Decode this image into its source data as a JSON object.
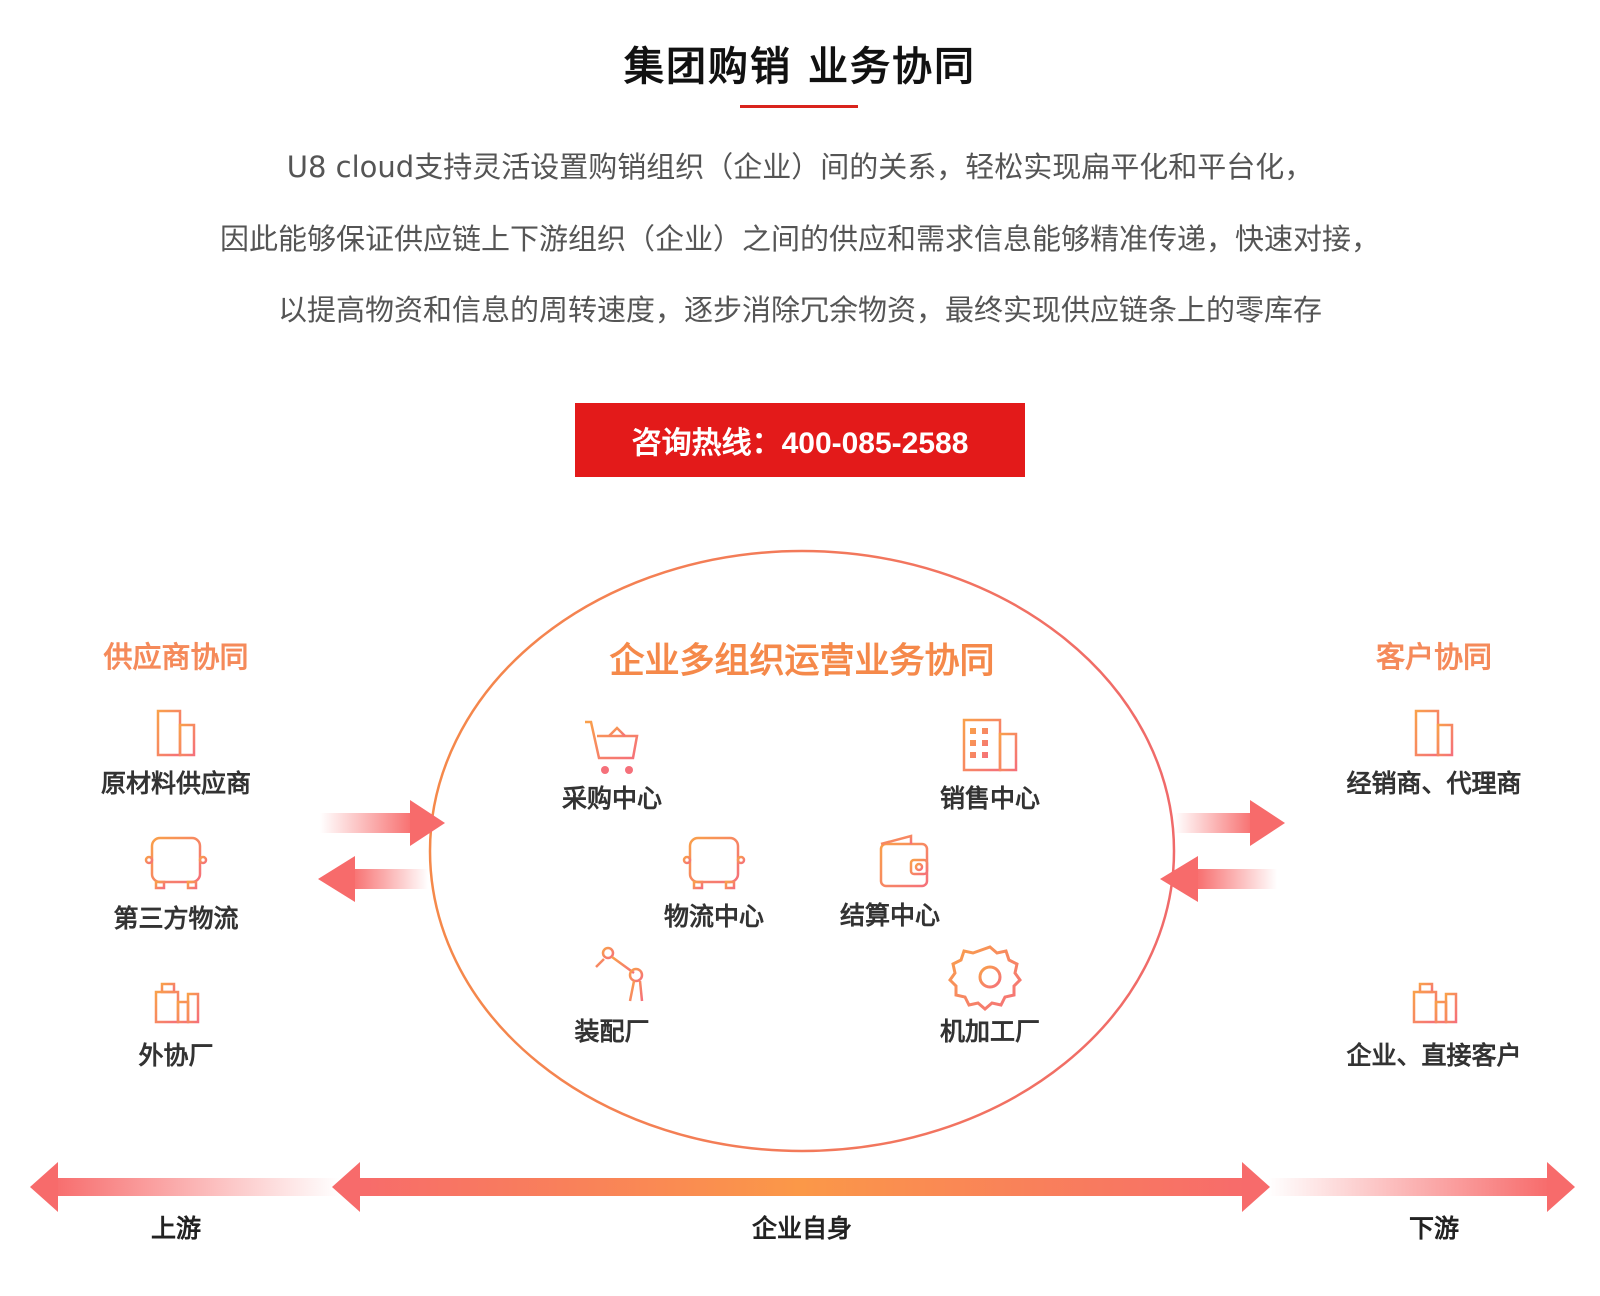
{
  "header": {
    "title": "集团购销 业务协同"
  },
  "intro": {
    "lines": [
      "U8 cloud支持灵活设置购销组织（企业）间的关系，轻松实现扁平化和平台化，",
      "因此能够保证供应链上下游组织（企业）之间的供应和需求信息能够精准传递，快速对接，",
      "以提高物资和信息的周转速度，逐步消除冗余物资，最终实现供应链条上的零库存"
    ]
  },
  "hotline": {
    "label": "咨询热线：400-085-2588"
  },
  "diagram": {
    "supplier": {
      "title": "供应商协同",
      "items": [
        {
          "label": "原材料供应商",
          "icon": "office-building-icon"
        },
        {
          "label": "第三方物流",
          "icon": "truck-icon"
        },
        {
          "label": "外协厂",
          "icon": "city-buildings-icon"
        }
      ]
    },
    "enterprise": {
      "title": "企业多组织运营业务协同",
      "items": [
        {
          "label": "采购中心",
          "icon": "shopping-cart-icon"
        },
        {
          "label": "销售中心",
          "icon": "building-icon"
        },
        {
          "label": "物流中心",
          "icon": "truck-icon"
        },
        {
          "label": "结算中心",
          "icon": "wallet-icon"
        },
        {
          "label": "装配厂",
          "icon": "robot-arm-icon"
        },
        {
          "label": "机加工厂",
          "icon": "gear-icon"
        }
      ]
    },
    "customer": {
      "title": "客户协同",
      "items": [
        {
          "label": "经销商、代理商",
          "icon": "office-building-icon"
        },
        {
          "label": "企业、直接客户",
          "icon": "city-buildings-icon"
        }
      ]
    },
    "axis": {
      "upstream": "上游",
      "self": "企业自身",
      "downstream": "下游"
    }
  },
  "colors": {
    "accent": "#e31a1a",
    "orange": "#f5894a",
    "pink": "#f76b6b"
  }
}
